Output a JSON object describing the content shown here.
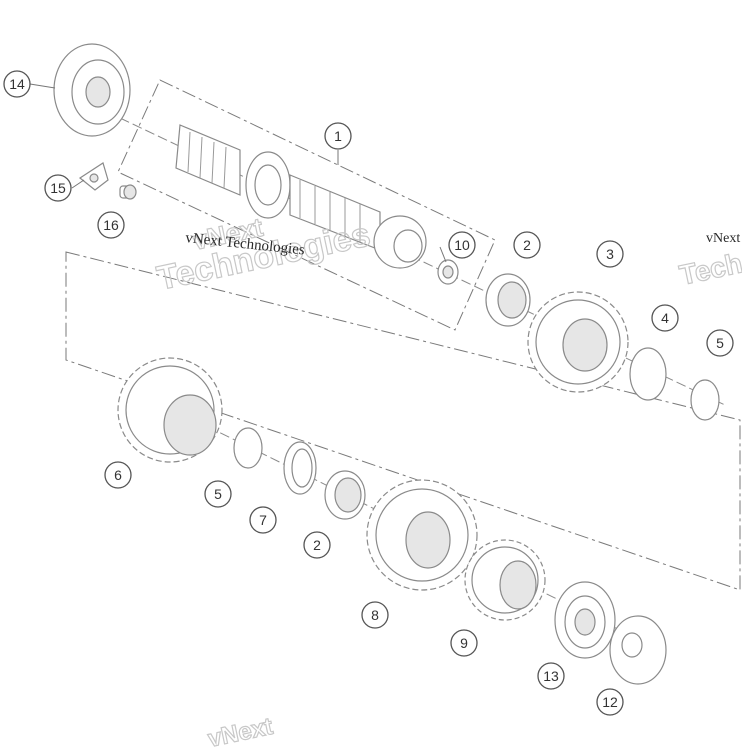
{
  "callouts": [
    {
      "id": "1",
      "label": "1"
    },
    {
      "id": "2a",
      "label": "2"
    },
    {
      "id": "2b",
      "label": "2"
    },
    {
      "id": "3",
      "label": "3"
    },
    {
      "id": "4",
      "label": "4"
    },
    {
      "id": "5a",
      "label": "5"
    },
    {
      "id": "5b",
      "label": "5"
    },
    {
      "id": "6",
      "label": "6"
    },
    {
      "id": "7",
      "label": "7"
    },
    {
      "id": "8",
      "label": "8"
    },
    {
      "id": "9",
      "label": "9"
    },
    {
      "id": "10",
      "label": "10"
    },
    {
      "id": "12",
      "label": "12"
    },
    {
      "id": "13",
      "label": "13"
    },
    {
      "id": "14",
      "label": "14"
    },
    {
      "id": "15",
      "label": "15"
    },
    {
      "id": "16",
      "label": "16"
    }
  ],
  "watermark": {
    "text_main": "vNext Technologies",
    "text_right": "vNext",
    "ghost_1": "vNext",
    "ghost_2": "Technologies",
    "ghost_3": "Tech",
    "ghost_4": "vNext"
  }
}
